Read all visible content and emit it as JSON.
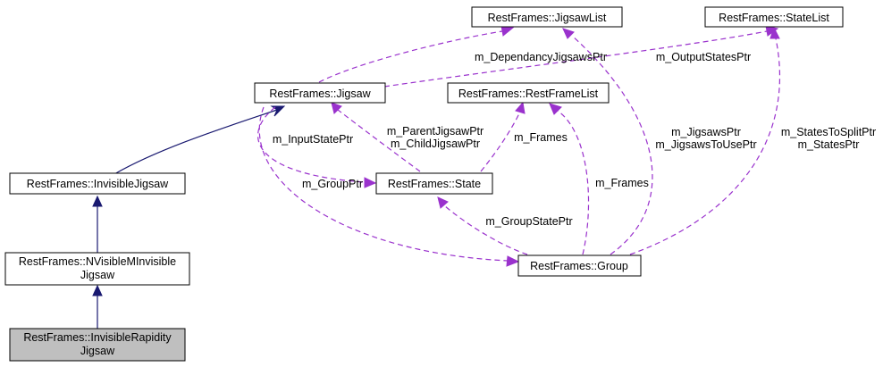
{
  "colors": {
    "node_fill": "#ffffff",
    "highlight_fill": "#bfbfbf",
    "inheritance": "#191970",
    "usage": "#9a32cd"
  },
  "nodes": {
    "jigsaw_list": {
      "label": "RestFrames::JigsawList"
    },
    "state_list": {
      "label": "RestFrames::StateList"
    },
    "jigsaw": {
      "label": "RestFrames::Jigsaw"
    },
    "rest_frame_list": {
      "label": "RestFrames::RestFrameList"
    },
    "invisible_jigsaw": {
      "label": "RestFrames::InvisibleJigsaw"
    },
    "state": {
      "label": "RestFrames::State"
    },
    "nvisible_minvisible_jigsaw": {
      "lines": [
        "RestFrames::NVisibleMInvisible",
        "Jigsaw"
      ]
    },
    "group": {
      "label": "RestFrames::Group"
    },
    "invisible_rapidity_jigsaw": {
      "lines": [
        "RestFrames::InvisibleRapidity",
        "Jigsaw"
      ],
      "highlighted": true
    }
  },
  "edges": {
    "dependency_jigsaws": {
      "label": "m_DependancyJigsawsPtr"
    },
    "output_states": {
      "label": "m_OutputStatesPtr"
    },
    "input_state": {
      "label": "m_InputStatePtr"
    },
    "parent_child_jigsaw": {
      "lines": [
        "m_ParentJigsawPtr",
        "m_ChildJigsawPtr"
      ]
    },
    "state_frames": {
      "label": "m_Frames"
    },
    "group_ptr": {
      "label": "m_GroupPtr"
    },
    "group_frames": {
      "label": "m_Frames"
    },
    "group_state": {
      "label": "m_GroupStatePtr"
    },
    "jigsaws": {
      "lines": [
        "m_JigsawsPtr",
        "m_JigsawsToUsePtr"
      ]
    },
    "states": {
      "lines": [
        "m_StatesToSplitPtr",
        "m_StatesPtr"
      ]
    }
  }
}
